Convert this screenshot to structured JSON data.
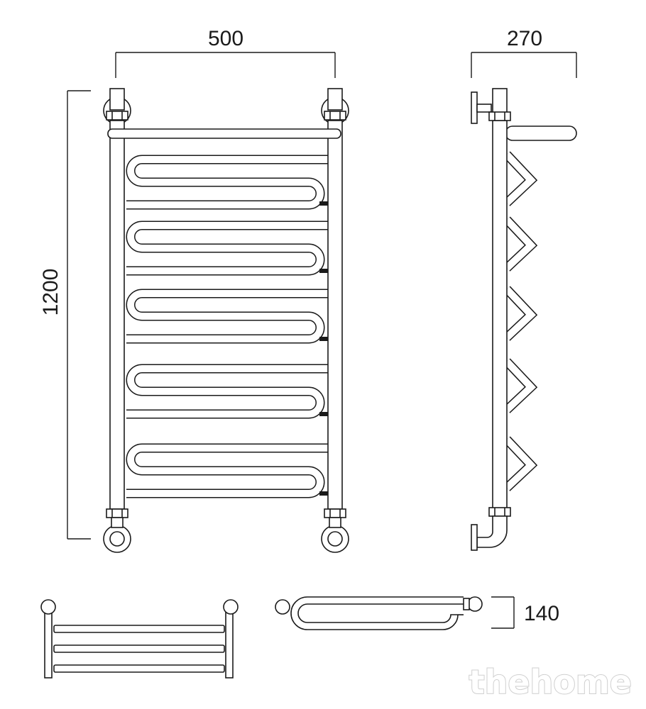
{
  "dimensions": {
    "width": "500",
    "depth": "270",
    "height": "1200",
    "profile_depth": "140"
  },
  "watermark": "thehome",
  "colors": {
    "line": "#1a1a1a",
    "background": "#ffffff",
    "watermark_outline": "#cfcfcf"
  }
}
